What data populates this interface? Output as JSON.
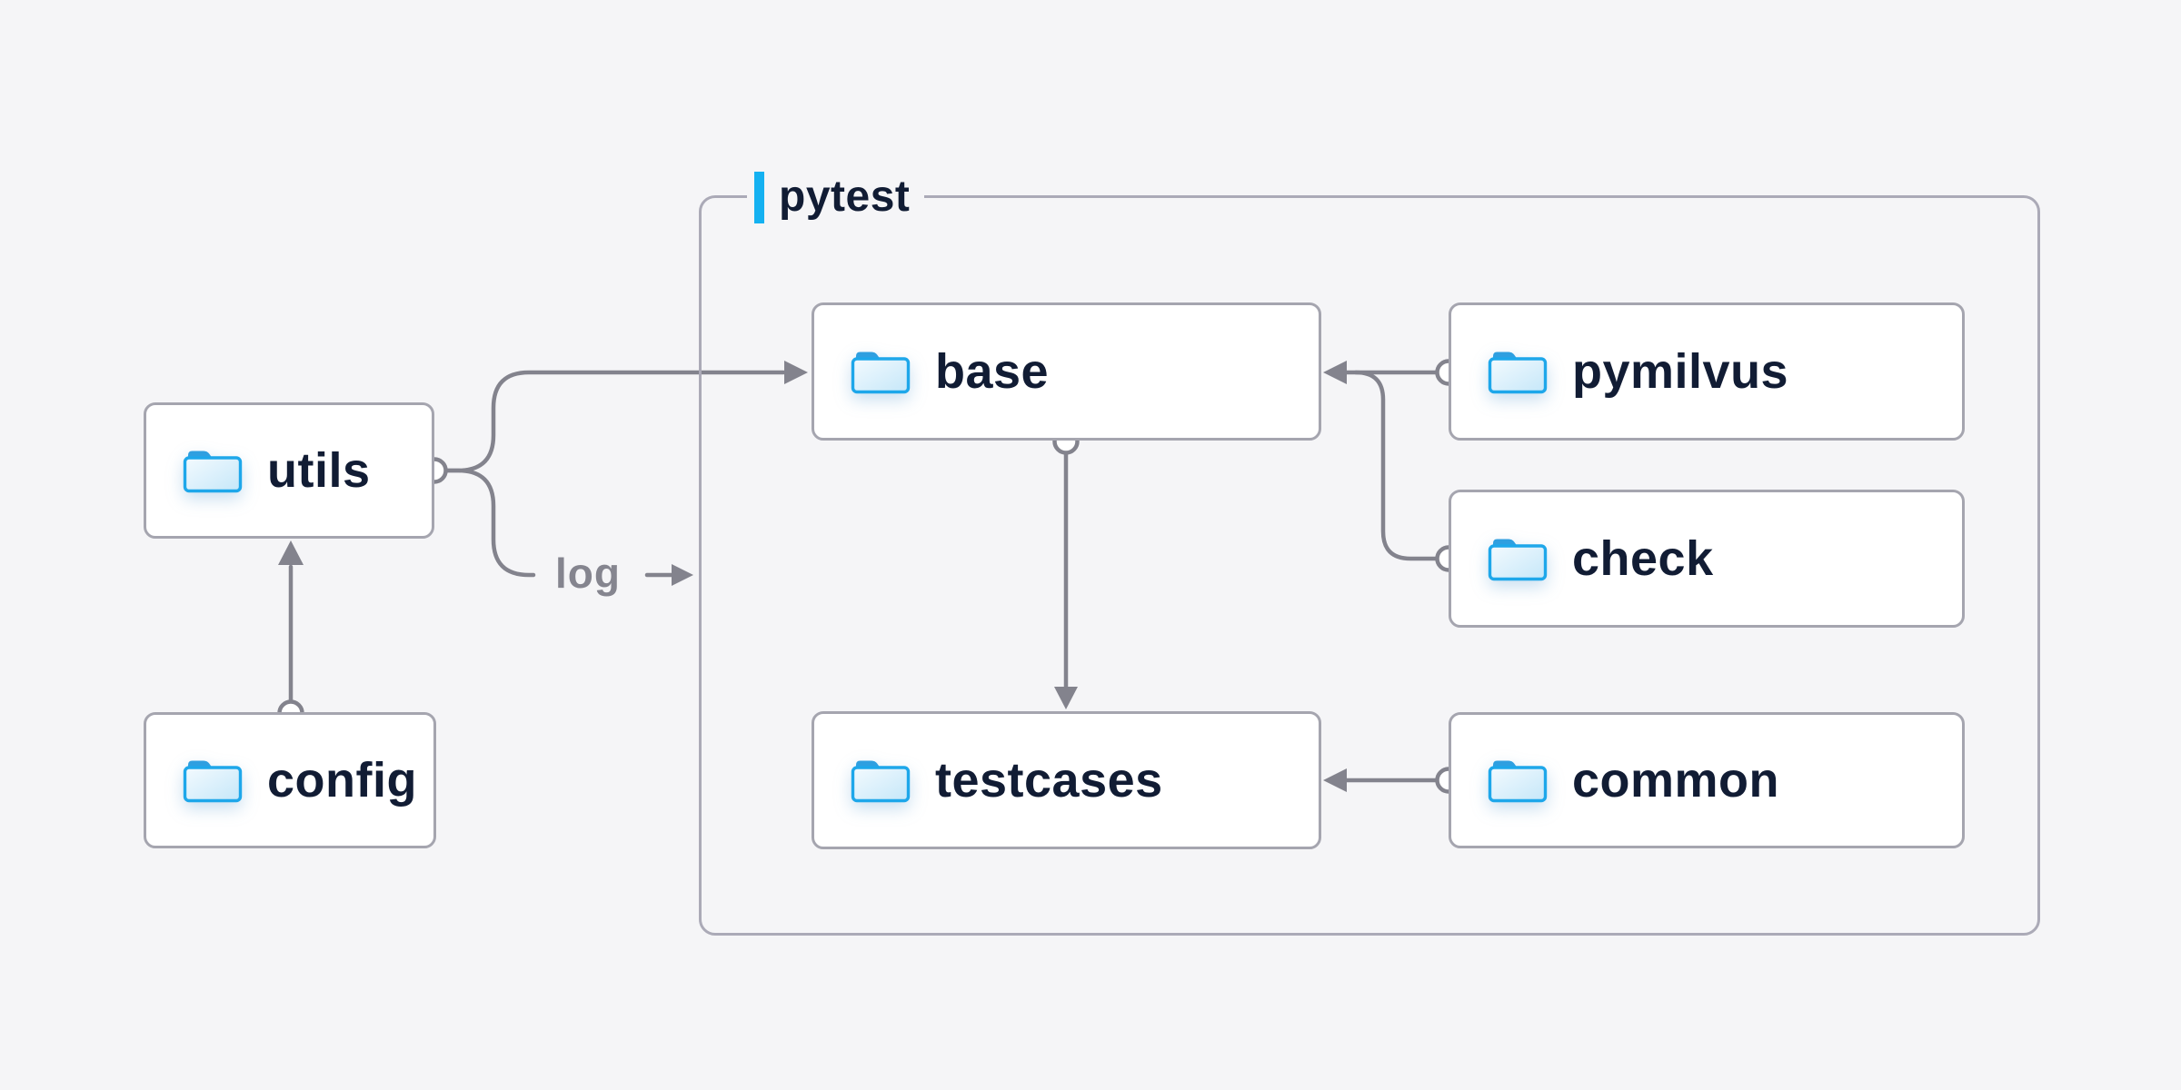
{
  "diagram": {
    "title_group": {
      "label": "pytest"
    },
    "nodes": {
      "utils": {
        "label": "utils",
        "icon": "folder-icon"
      },
      "config": {
        "label": "config",
        "icon": "folder-icon"
      },
      "base": {
        "label": "base",
        "icon": "folder-icon"
      },
      "pymilvus": {
        "label": "pymilvus",
        "icon": "folder-icon"
      },
      "check": {
        "label": "check",
        "icon": "folder-icon"
      },
      "testcases": {
        "label": "testcases",
        "icon": "folder-icon"
      },
      "common": {
        "label": "common",
        "icon": "folder-icon"
      }
    },
    "edge_labels": {
      "log": "log"
    },
    "edges": [
      {
        "from": "config",
        "to": "utils"
      },
      {
        "from": "utils",
        "to": "base"
      },
      {
        "from": "utils",
        "to": "pytest-group",
        "label": "log"
      },
      {
        "from": "pymilvus",
        "to": "base"
      },
      {
        "from": "check",
        "to": "base"
      },
      {
        "from": "base",
        "to": "testcases"
      },
      {
        "from": "common",
        "to": "testcases"
      }
    ],
    "colors": {
      "background": "#f5f5f7",
      "node_fill": "#ffffff",
      "node_border": "#a5a5af",
      "group_border": "#abaab7",
      "connector": "#83838d",
      "accent_bar": "#14b1f1",
      "node_text": "#111c34",
      "edge_label_text": "#85858f",
      "folder_stroke": "#1ea7ea",
      "folder_tab": "#2f9fe0",
      "folder_fill_light": "#f3fafe",
      "folder_fill_dark": "#c5e7f9"
    }
  }
}
